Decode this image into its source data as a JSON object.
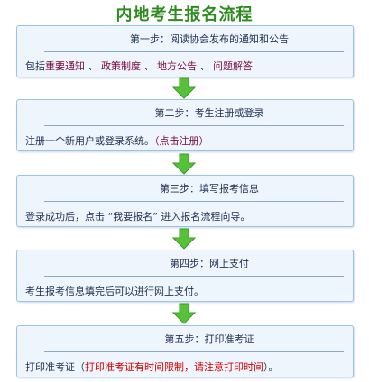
{
  "title": "内地考生报名流程",
  "steps": [
    {
      "heading": "第一步：阅读协会发布的通知和公告",
      "desc_prefix": "包括",
      "links": [
        "重要通知",
        "政策制度",
        "地方公告",
        "问题解答"
      ],
      "sep": " 、"
    },
    {
      "heading": "第二步：考生注册或登录",
      "desc": "注册一个新用户或登录系统。",
      "link": "（点击注册）"
    },
    {
      "heading": "第三步：填写报考信息",
      "desc": "登录成功后，点击 “我要报名” 进入报名流程向导。"
    },
    {
      "heading": "第四步：网上支付",
      "desc": "考生报考信息填完后可以进行网上支付。"
    },
    {
      "heading": "第五步：打印准考证",
      "desc_prefix": "打印准考证（",
      "desc_red": "打印准考证有时间限制，请注意打印时间",
      "desc_suffix": "）。"
    }
  ],
  "colors": {
    "title": "#2e8b1f",
    "box_bg": "#eef5fc",
    "box_border": "#9cc3e4",
    "link": "#7a0a40",
    "warning": "#d40000",
    "arrow": "#58c13a"
  },
  "icons": {
    "arrow": "green-down-arrow-icon"
  }
}
